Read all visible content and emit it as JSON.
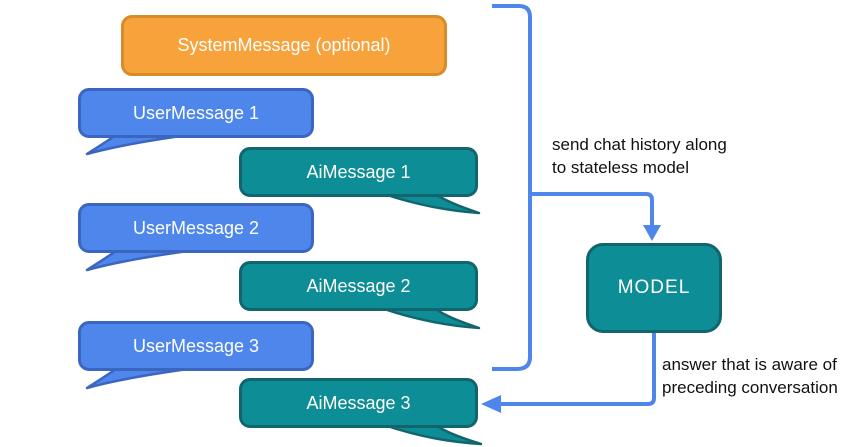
{
  "colors": {
    "background": "#ffffff",
    "orange": "#f8a23c",
    "orange-border": "#d98b28",
    "blue": "#4e86ec",
    "blue-border": "#3b66c0",
    "teal": "#0d8d95",
    "teal-border": "#12656d",
    "connector": "#4e86ec",
    "shape-text": "#ffffff",
    "label-text": "#111111"
  },
  "nodes": {
    "system": "SystemMessage (optional)",
    "user1": "UserMessage 1",
    "ai1": "AiMessage 1",
    "user2": "UserMessage 2",
    "ai2": "AiMessage 2",
    "user3": "UserMessage 3",
    "ai3": "AiMessage 3",
    "model": "MODEL"
  },
  "annotations": {
    "send_line1": "send chat history along",
    "send_line2": "to stateless model",
    "answer_line1": "answer that is aware of",
    "answer_line2": "preceding conversation"
  }
}
